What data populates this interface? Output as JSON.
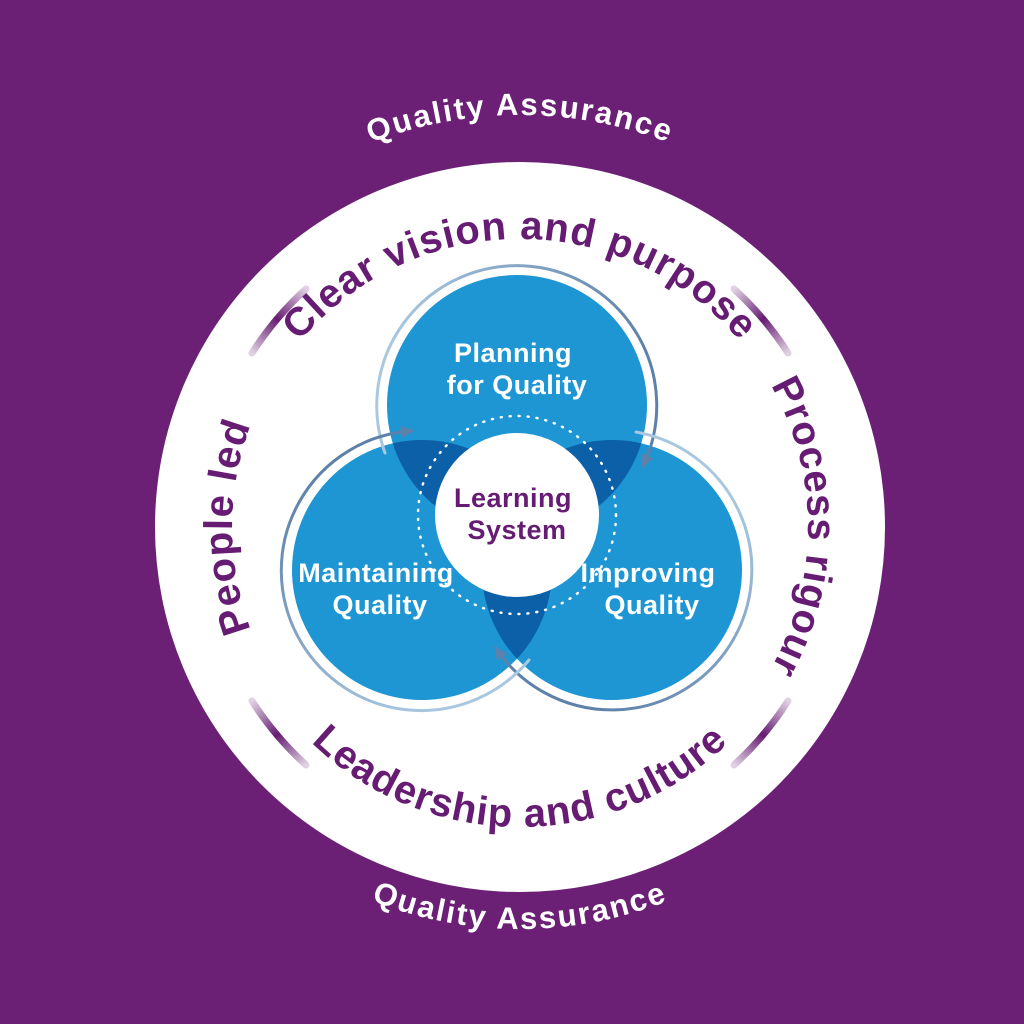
{
  "diagram_title": "Quality Assurance learning system diagram",
  "colors": {
    "background": "#6B2076",
    "circle_blue": "#1D96D3",
    "overlap_blue": "#0B60A8",
    "label_purple": "#661C72",
    "arc_light": "#A9C8E0",
    "arc_slate": "#5E81A9",
    "white": "#FFFFFF"
  },
  "outer_labels": {
    "top": "Quality Assurance",
    "bottom": "Quality Assurance"
  },
  "ring_labels": {
    "top": "Clear vision and purpose",
    "right": "Process rigour",
    "bottom": "Leadership and culture",
    "left": "People led"
  },
  "circles": {
    "top": {
      "line1": "Planning",
      "line2": "for Quality"
    },
    "left": {
      "line1": "Maintaining",
      "line2": "Quality"
    },
    "right": {
      "line1": "Improving",
      "line2": "Quality"
    },
    "center": {
      "line1": "Learning",
      "line2": "System"
    }
  }
}
